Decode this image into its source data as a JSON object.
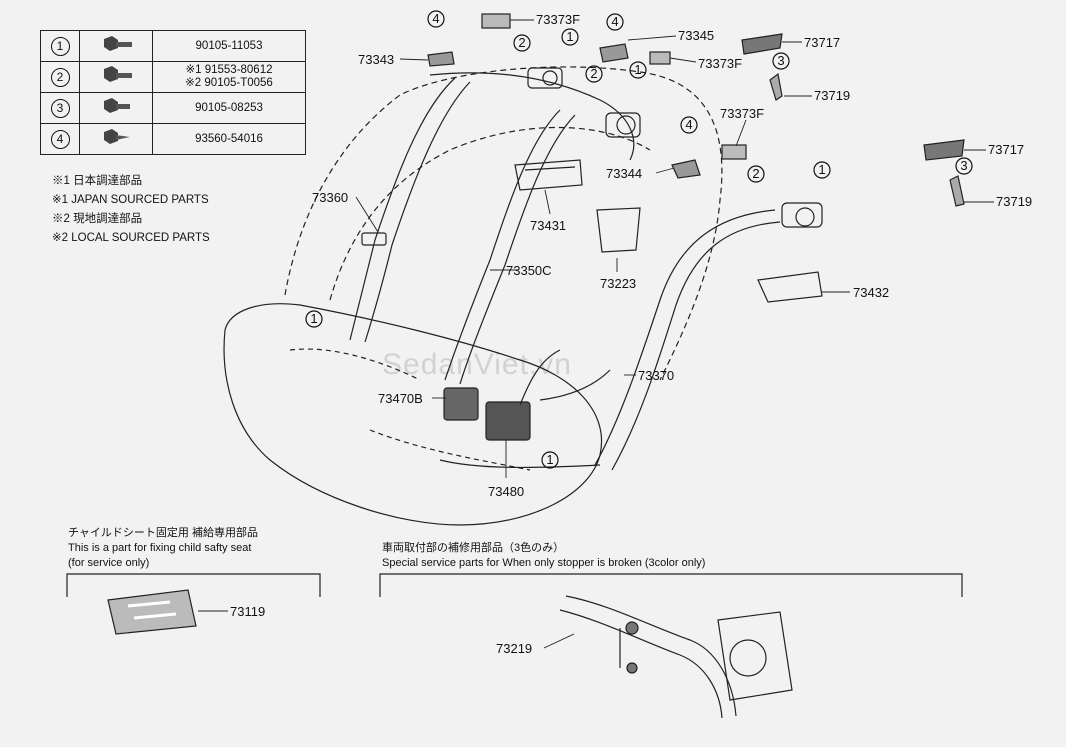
{
  "legend": [
    {
      "marker": "1",
      "parts": [
        "90105-11053"
      ]
    },
    {
      "marker": "2",
      "parts": [
        "※1 91553-80612",
        "※2 90105-T0056"
      ]
    },
    {
      "marker": "3",
      "parts": [
        "90105-08253"
      ]
    },
    {
      "marker": "4",
      "parts": [
        "93560-54016"
      ]
    }
  ],
  "notes": {
    "n1_jp": "※1 日本調達部品",
    "n1_en": "※1 JAPAN SOURCED PARTS",
    "n2_jp": "※2 現地調達部品",
    "n2_en": "※2 LOCAL SOURCED PARTS"
  },
  "callouts": {
    "c73343": "73343",
    "c73373F_a": "73373F",
    "c73345": "73345",
    "c73373F_b": "73373F",
    "c73717_a": "73717",
    "c73719_a": "73719",
    "c73373F_c": "73373F",
    "c73717_b": "73717",
    "c73719_b": "73719",
    "c73360": "73360",
    "c73431": "73431",
    "c73344": "73344",
    "c73350C": "73350C",
    "c73223": "73223",
    "c73432": "73432",
    "c73370": "73370",
    "c73470B": "73470B",
    "c73480": "73480",
    "c73119": "73119",
    "c73219": "73219"
  },
  "markers": {
    "m1": "1",
    "m2": "2",
    "m3": "3",
    "m4": "4"
  },
  "child_seat": {
    "title_jp": "チャイルドシート固定用 補給専用部品",
    "line1": "This is a part for fixing child safty seat",
    "line2": "(for service only)"
  },
  "service_parts": {
    "title_jp": "車両取付部の補修用部品（3色のみ）",
    "line1": "Special service parts for When only stopper is broken (3color only)"
  },
  "watermark": "SedanViet.vn"
}
